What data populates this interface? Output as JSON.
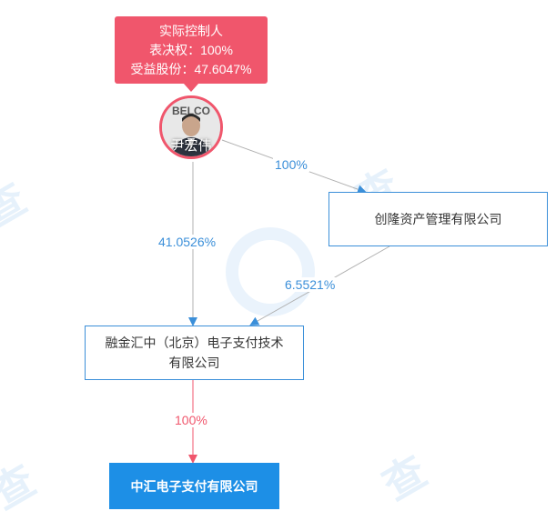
{
  "controller": {
    "title": "实际控制人",
    "voting_rights": "表决权：100%",
    "beneficial_shares": "受益股份：47.6047%"
  },
  "person": {
    "name": "尹宏伟",
    "photo_text": "BELCO"
  },
  "nodes": {
    "chuanglong": "创隆资产管理有限公司",
    "ronghui": "融金汇中（北京）电子支付技术有限公司",
    "target": "中汇电子支付有限公司"
  },
  "edges": {
    "person_to_chuanglong": "100%",
    "person_to_ronghui": "41.0526%",
    "chuanglong_to_ronghui": "6.5521%",
    "ronghui_to_target": "100%"
  },
  "colors": {
    "accent_red": "#f0566c",
    "accent_blue": "#3b8fd9",
    "target_fill": "#1d8fe6"
  }
}
